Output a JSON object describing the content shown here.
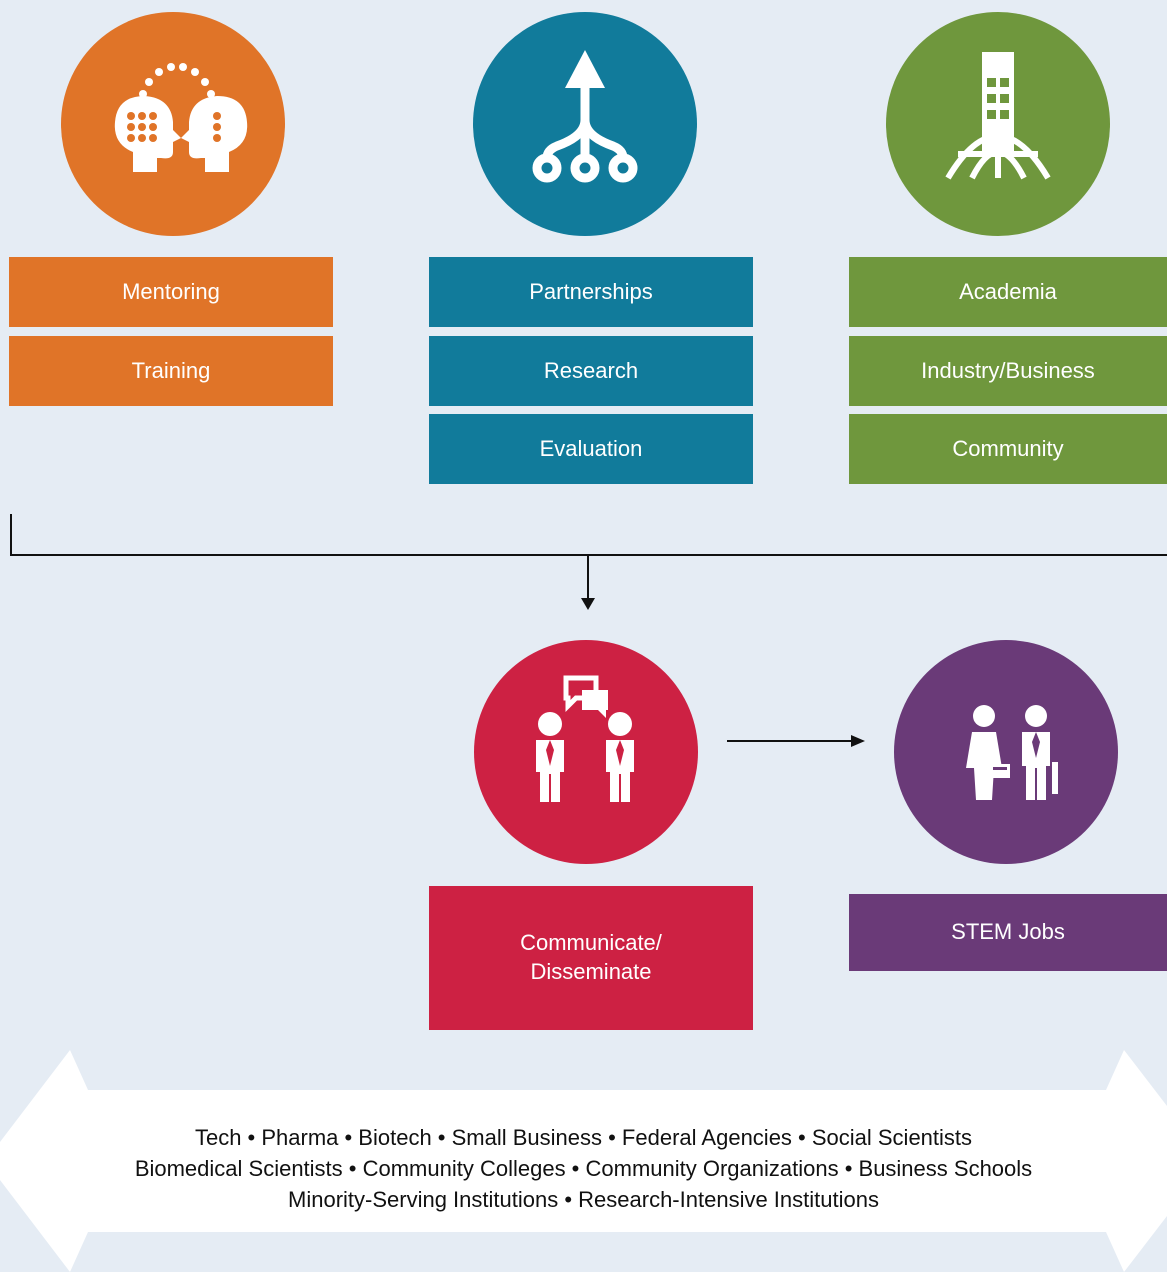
{
  "colors": {
    "background": "#e5ecf4",
    "orange": "#e07428",
    "teal": "#117b9b",
    "green": "#6f973d",
    "red": "#cd2143",
    "purple": "#6a3a78"
  },
  "icons": {
    "mentoring": "two-heads-icon",
    "partnerships": "branching-arrow-icon",
    "academia": "building-globe-icon",
    "communicate": "people-speech-bubble-icon",
    "jobs": "business-people-icon"
  },
  "columns": {
    "mentoring": {
      "items": [
        "Mentoring",
        "Training"
      ]
    },
    "partnerships": {
      "items": [
        "Partnerships",
        "Research",
        "Evaluation"
      ]
    },
    "sectors": {
      "items": [
        "Academia",
        "Industry/Business",
        "Community"
      ]
    }
  },
  "outcomes": {
    "communicate": {
      "line1": "Communicate/",
      "line2": "Disseminate"
    },
    "jobs": {
      "label": "STEM Jobs"
    }
  },
  "stakeholders": {
    "lines": [
      "Tech • Pharma • Biotech • Small Business • Federal Agencies • Social Scientists",
      "Biomedical Scientists • Community Colleges • Community Organizations • Business Schools",
      "Minority-Serving Institutions • Research-Intensive Institutions"
    ]
  }
}
